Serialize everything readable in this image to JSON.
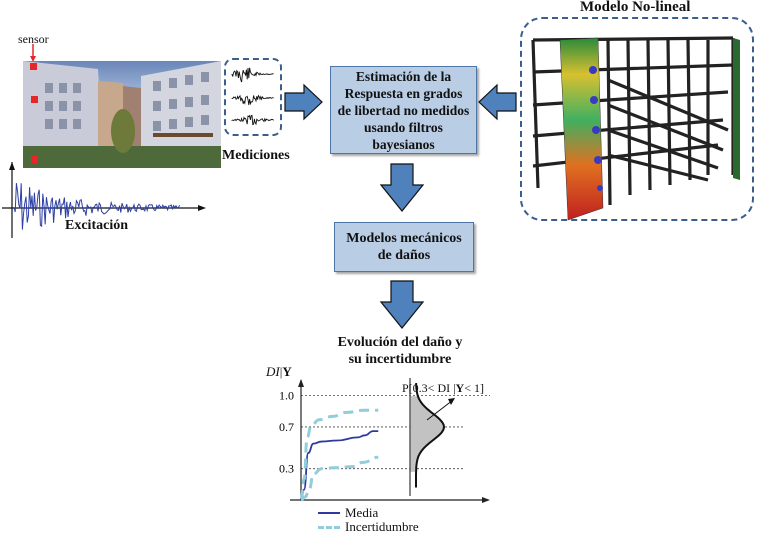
{
  "sensor": {
    "label": "sensor"
  },
  "excitation": {
    "label": "Excitación"
  },
  "measurements": {
    "label": "Mediciones"
  },
  "nonlinear_model": {
    "title": "Modelo No-lineal"
  },
  "estimation_box": {
    "lines": [
      "Estimación de la",
      "Respuesta en grados",
      "de libertad no medidos",
      "usando filtros",
      "bayesianos"
    ]
  },
  "damage_models_box": {
    "lines": [
      "Modelos mecánicos",
      "de daños"
    ]
  },
  "evolution": {
    "title_lines": [
      "Evolución del daño y",
      "su incertidumbre"
    ]
  },
  "colors": {
    "box_fill": "#b9cde5",
    "arrow_fill": "#4f81bd",
    "mean_line": "#2e3a9e",
    "uncertainty_line": "#92cddc",
    "sensor": "#e8262a"
  },
  "chart_data": {
    "type": "line",
    "title": "Evolución del daño y su incertidumbre",
    "ylabel_italic": "DI",
    "ylabel_bold": "Y",
    "ylabel_sep": "|",
    "yticks": [
      "0.3",
      "0.7",
      "1.0"
    ],
    "ytick_values": [
      0.3,
      0.7,
      1.0
    ],
    "ylim": [
      0,
      1.15
    ],
    "xlim": [
      0,
      1
    ],
    "grid": "dotted horizontal at ticks",
    "series": [
      {
        "name": "Media",
        "style": "solid",
        "x": [
          0,
          0.03,
          0.07,
          0.12,
          0.2,
          0.35,
          0.55,
          0.62,
          0.7,
          0.75
        ],
        "y": [
          0,
          0.1,
          0.45,
          0.54,
          0.56,
          0.57,
          0.6,
          0.62,
          0.66,
          0.66
        ]
      },
      {
        "name": "Incertidumbre",
        "style": "dashed",
        "x": [
          0,
          0.03,
          0.06,
          0.1,
          0.18,
          0.3,
          0.45,
          0.6,
          0.75
        ],
        "y": [
          0,
          0.2,
          0.6,
          0.72,
          0.77,
          0.8,
          0.84,
          0.86,
          0.86
        ]
      },
      {
        "name": "Incertidumbre-lower",
        "style": "dashed",
        "x": [
          0,
          0.04,
          0.08,
          0.12,
          0.2,
          0.35,
          0.5,
          0.6,
          0.75
        ],
        "y": [
          0,
          0.03,
          0.1,
          0.25,
          0.3,
          0.31,
          0.32,
          0.36,
          0.41
        ]
      }
    ],
    "annotation": {
      "prefix": "P[0.3< DI |",
      "bold": "Y",
      "suffix": "< 1]"
    },
    "legend": [
      {
        "label": "Media",
        "style": "solid"
      },
      {
        "label": "Incertidumbre",
        "style": "dashed"
      }
    ],
    "legend_placement": "bottom-left"
  }
}
